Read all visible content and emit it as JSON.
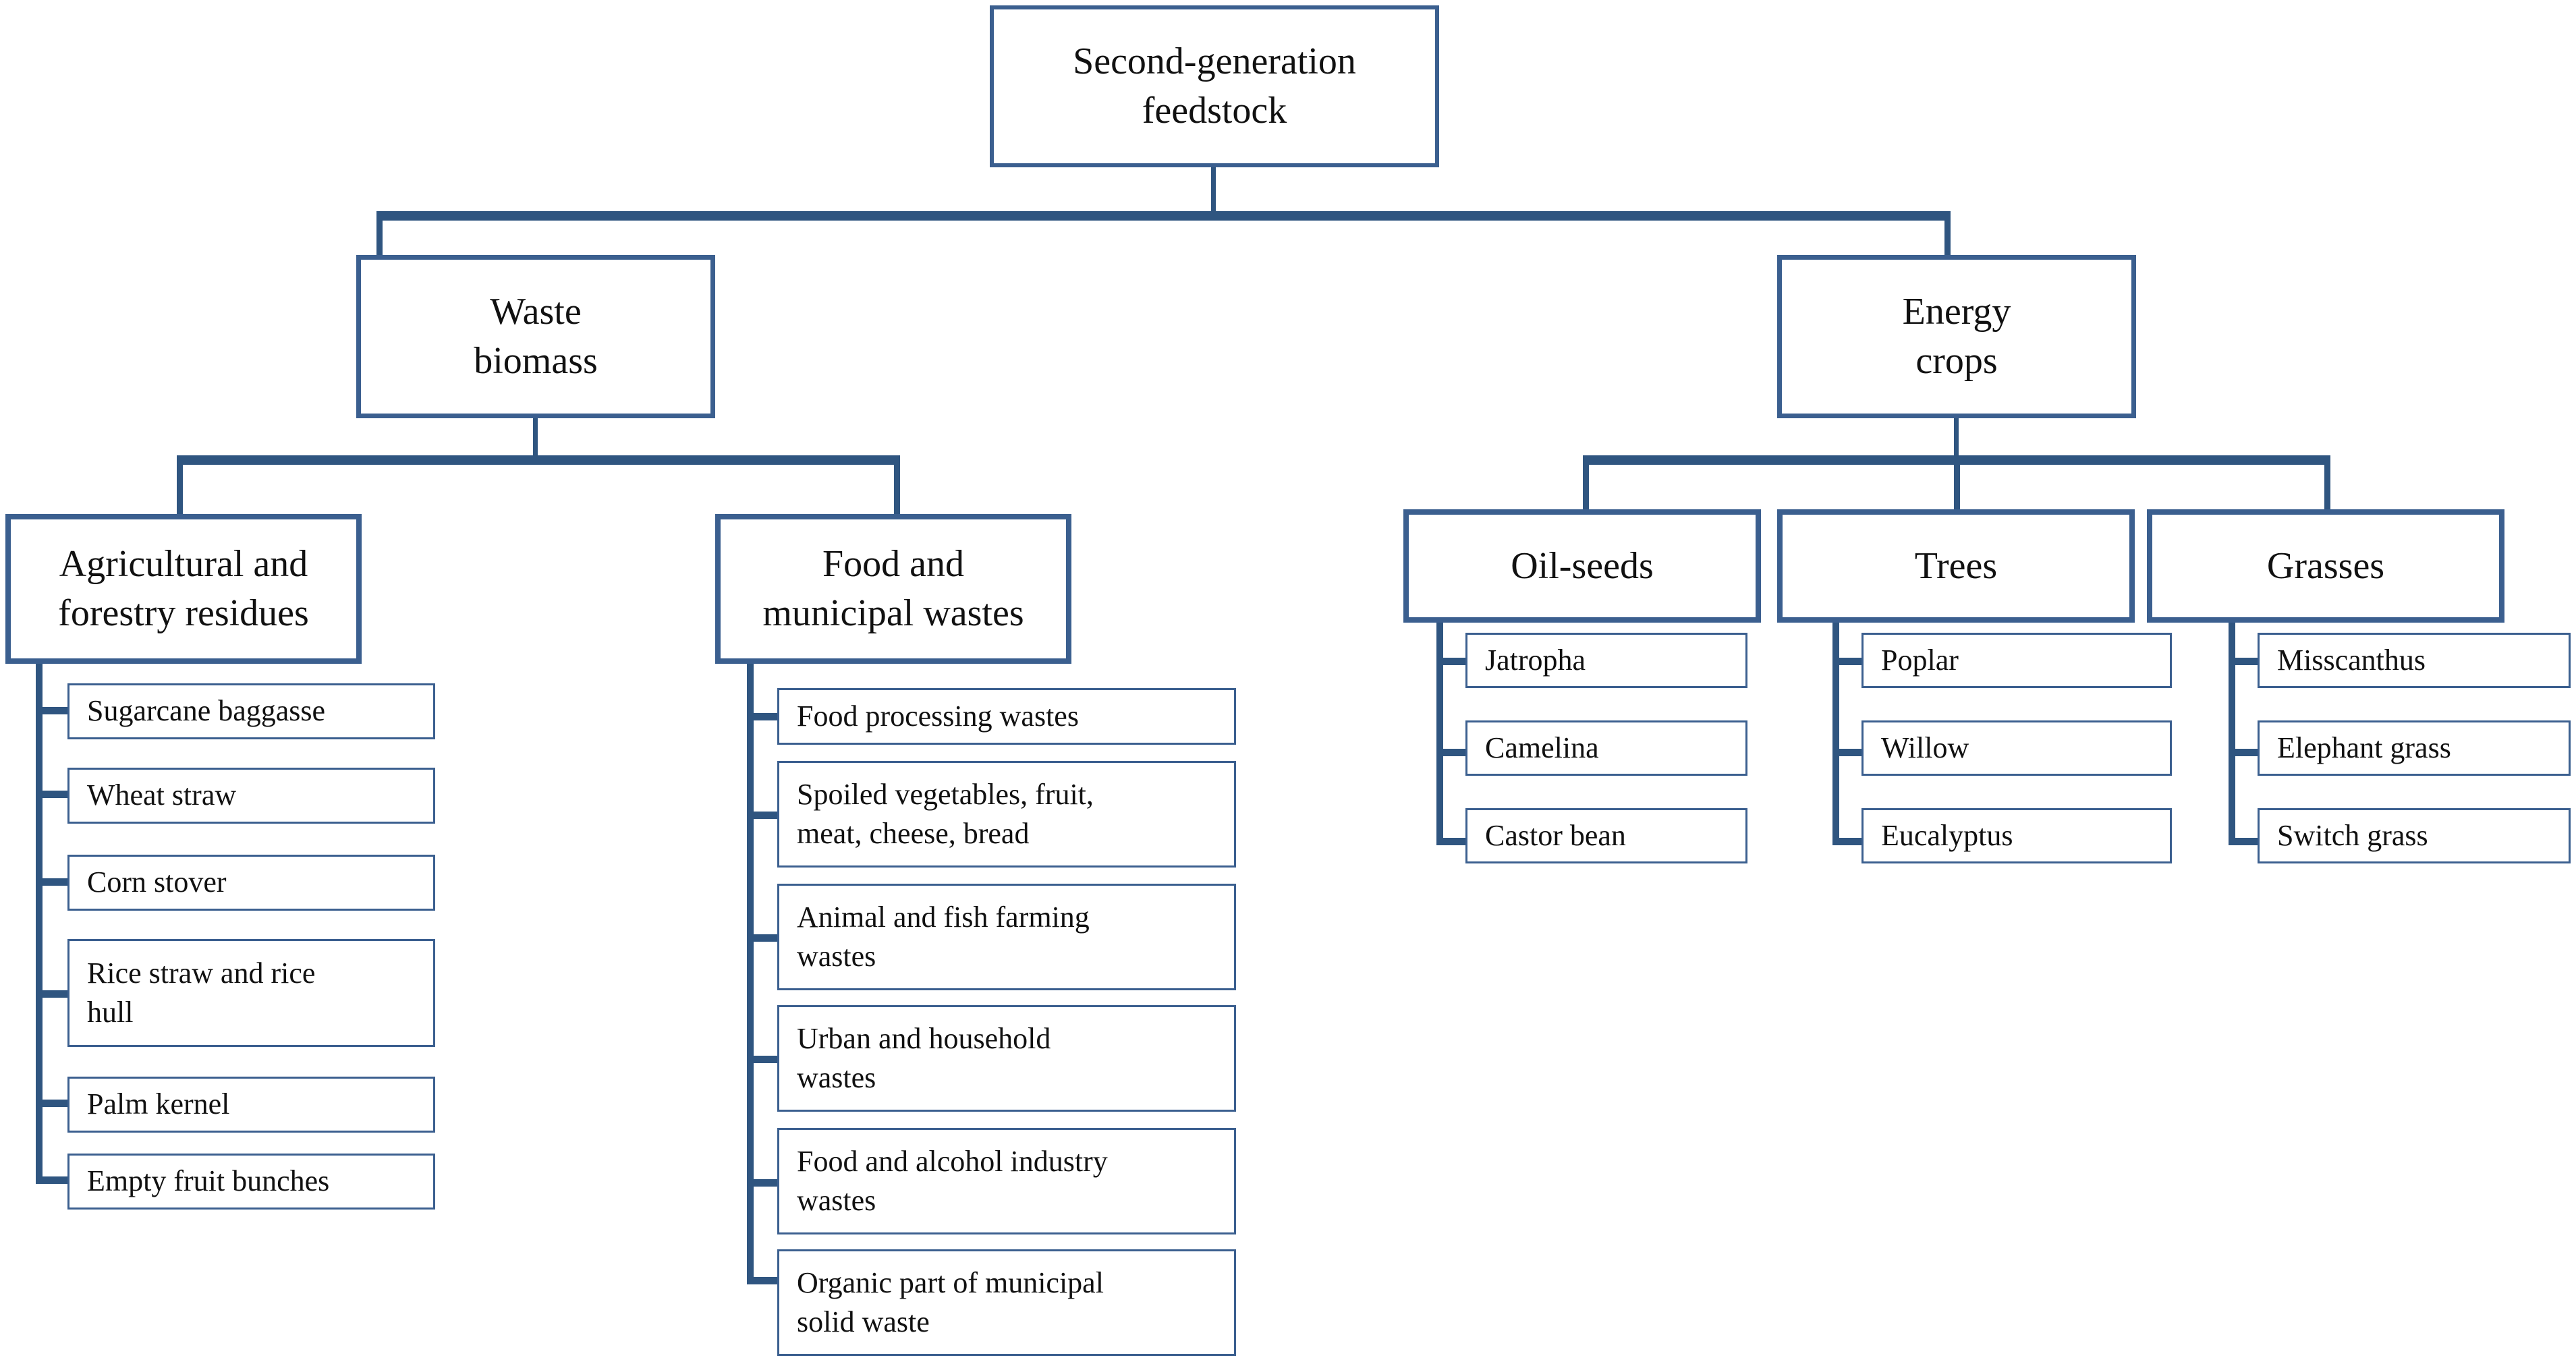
{
  "diagram": {
    "title": "Second-generation feedstock classification",
    "colors": {
      "box_border": "#3B5F8F",
      "connector": "#2F5580",
      "text": "#111111",
      "background": "#FFFFFF"
    },
    "root": {
      "label": "Second-generation\nfeedstock"
    },
    "branches": [
      {
        "label": "Waste\nbiomass",
        "categories": [
          {
            "label": "Agricultural and\nforestry residues",
            "items": [
              "Sugarcane baggasse",
              "Wheat straw",
              "Corn stover",
              "Rice straw and rice\nhull",
              "Palm kernel",
              "Empty fruit bunches"
            ]
          },
          {
            "label": "Food and\nmunicipal wastes",
            "items": [
              "Food processing wastes",
              "Spoiled vegetables, fruit,\nmeat, cheese, bread",
              "Animal and fish farming\nwastes",
              "Urban and household\nwastes",
              "Food and alcohol industry\nwastes",
              "Organic part of municipal\nsolid waste"
            ]
          }
        ]
      },
      {
        "label": "Energy\ncrops",
        "categories": [
          {
            "label": "Oil-seeds",
            "items": [
              "Jatropha",
              "Camelina",
              "Castor bean"
            ]
          },
          {
            "label": "Trees",
            "items": [
              "Poplar",
              "Willow",
              "Eucalyptus"
            ]
          },
          {
            "label": "Grasses",
            "items": [
              "Misscanthus",
              "Elephant grass",
              "Switch grass"
            ]
          }
        ]
      }
    ]
  }
}
